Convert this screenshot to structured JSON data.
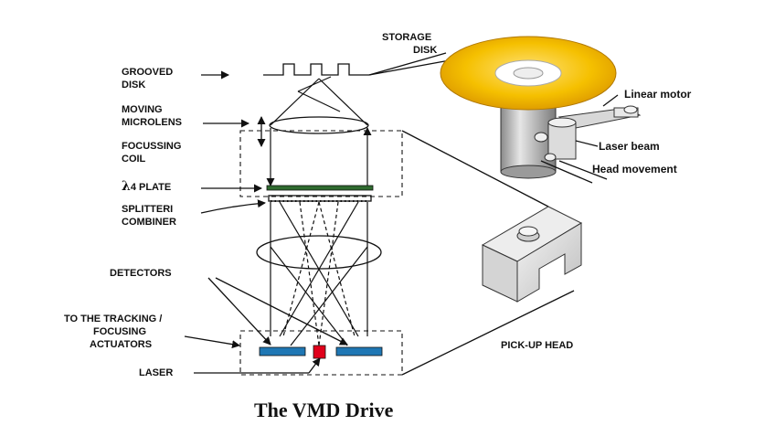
{
  "labels": {
    "storage_disk_1": "STORAGE",
    "storage_disk_2": "DISK",
    "grooved_disk_1": "GROOVED",
    "grooved_disk_2": "DISK",
    "moving_microlens_1": "MOVING",
    "moving_microlens_2": "MICROLENS",
    "focussing_coil_1": "FOCUSSING",
    "focussing_coil_2": "COIL",
    "plate_lambda": "λ",
    "plate_text": "4 PLATE",
    "splitter_1": "SPLITTERI",
    "splitter_2": "COMBINER",
    "detectors": "DETECTORS",
    "tracking_1": "TO THE TRACKING /",
    "tracking_2": "FOCUSING",
    "tracking_3": "ACTUATORS",
    "laser": "LASER",
    "linear_motor": "Linear motor",
    "laser_beam": "Laser beam",
    "head_movement": "Head movement",
    "pickup_head": "PICK-UP HEAD"
  },
  "caption": "The VMD Drive",
  "colors": {
    "disk_gold": "#f2b400",
    "detector_blue": "#1f77b4",
    "laser_red": "#e0001b",
    "plate_green": "#2f6b2f"
  }
}
